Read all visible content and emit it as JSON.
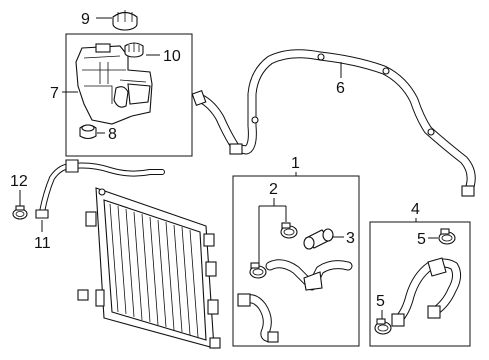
{
  "callouts": {
    "c1": "1",
    "c2": "2",
    "c3": "3",
    "c4": "4",
    "c5a": "5",
    "c5b": "5",
    "c6": "6",
    "c7": "7",
    "c8": "8",
    "c9": "9",
    "c10": "10",
    "c11": "11",
    "c12": "12"
  },
  "colors": {
    "ink": "#111111",
    "paper": "#ffffff"
  }
}
